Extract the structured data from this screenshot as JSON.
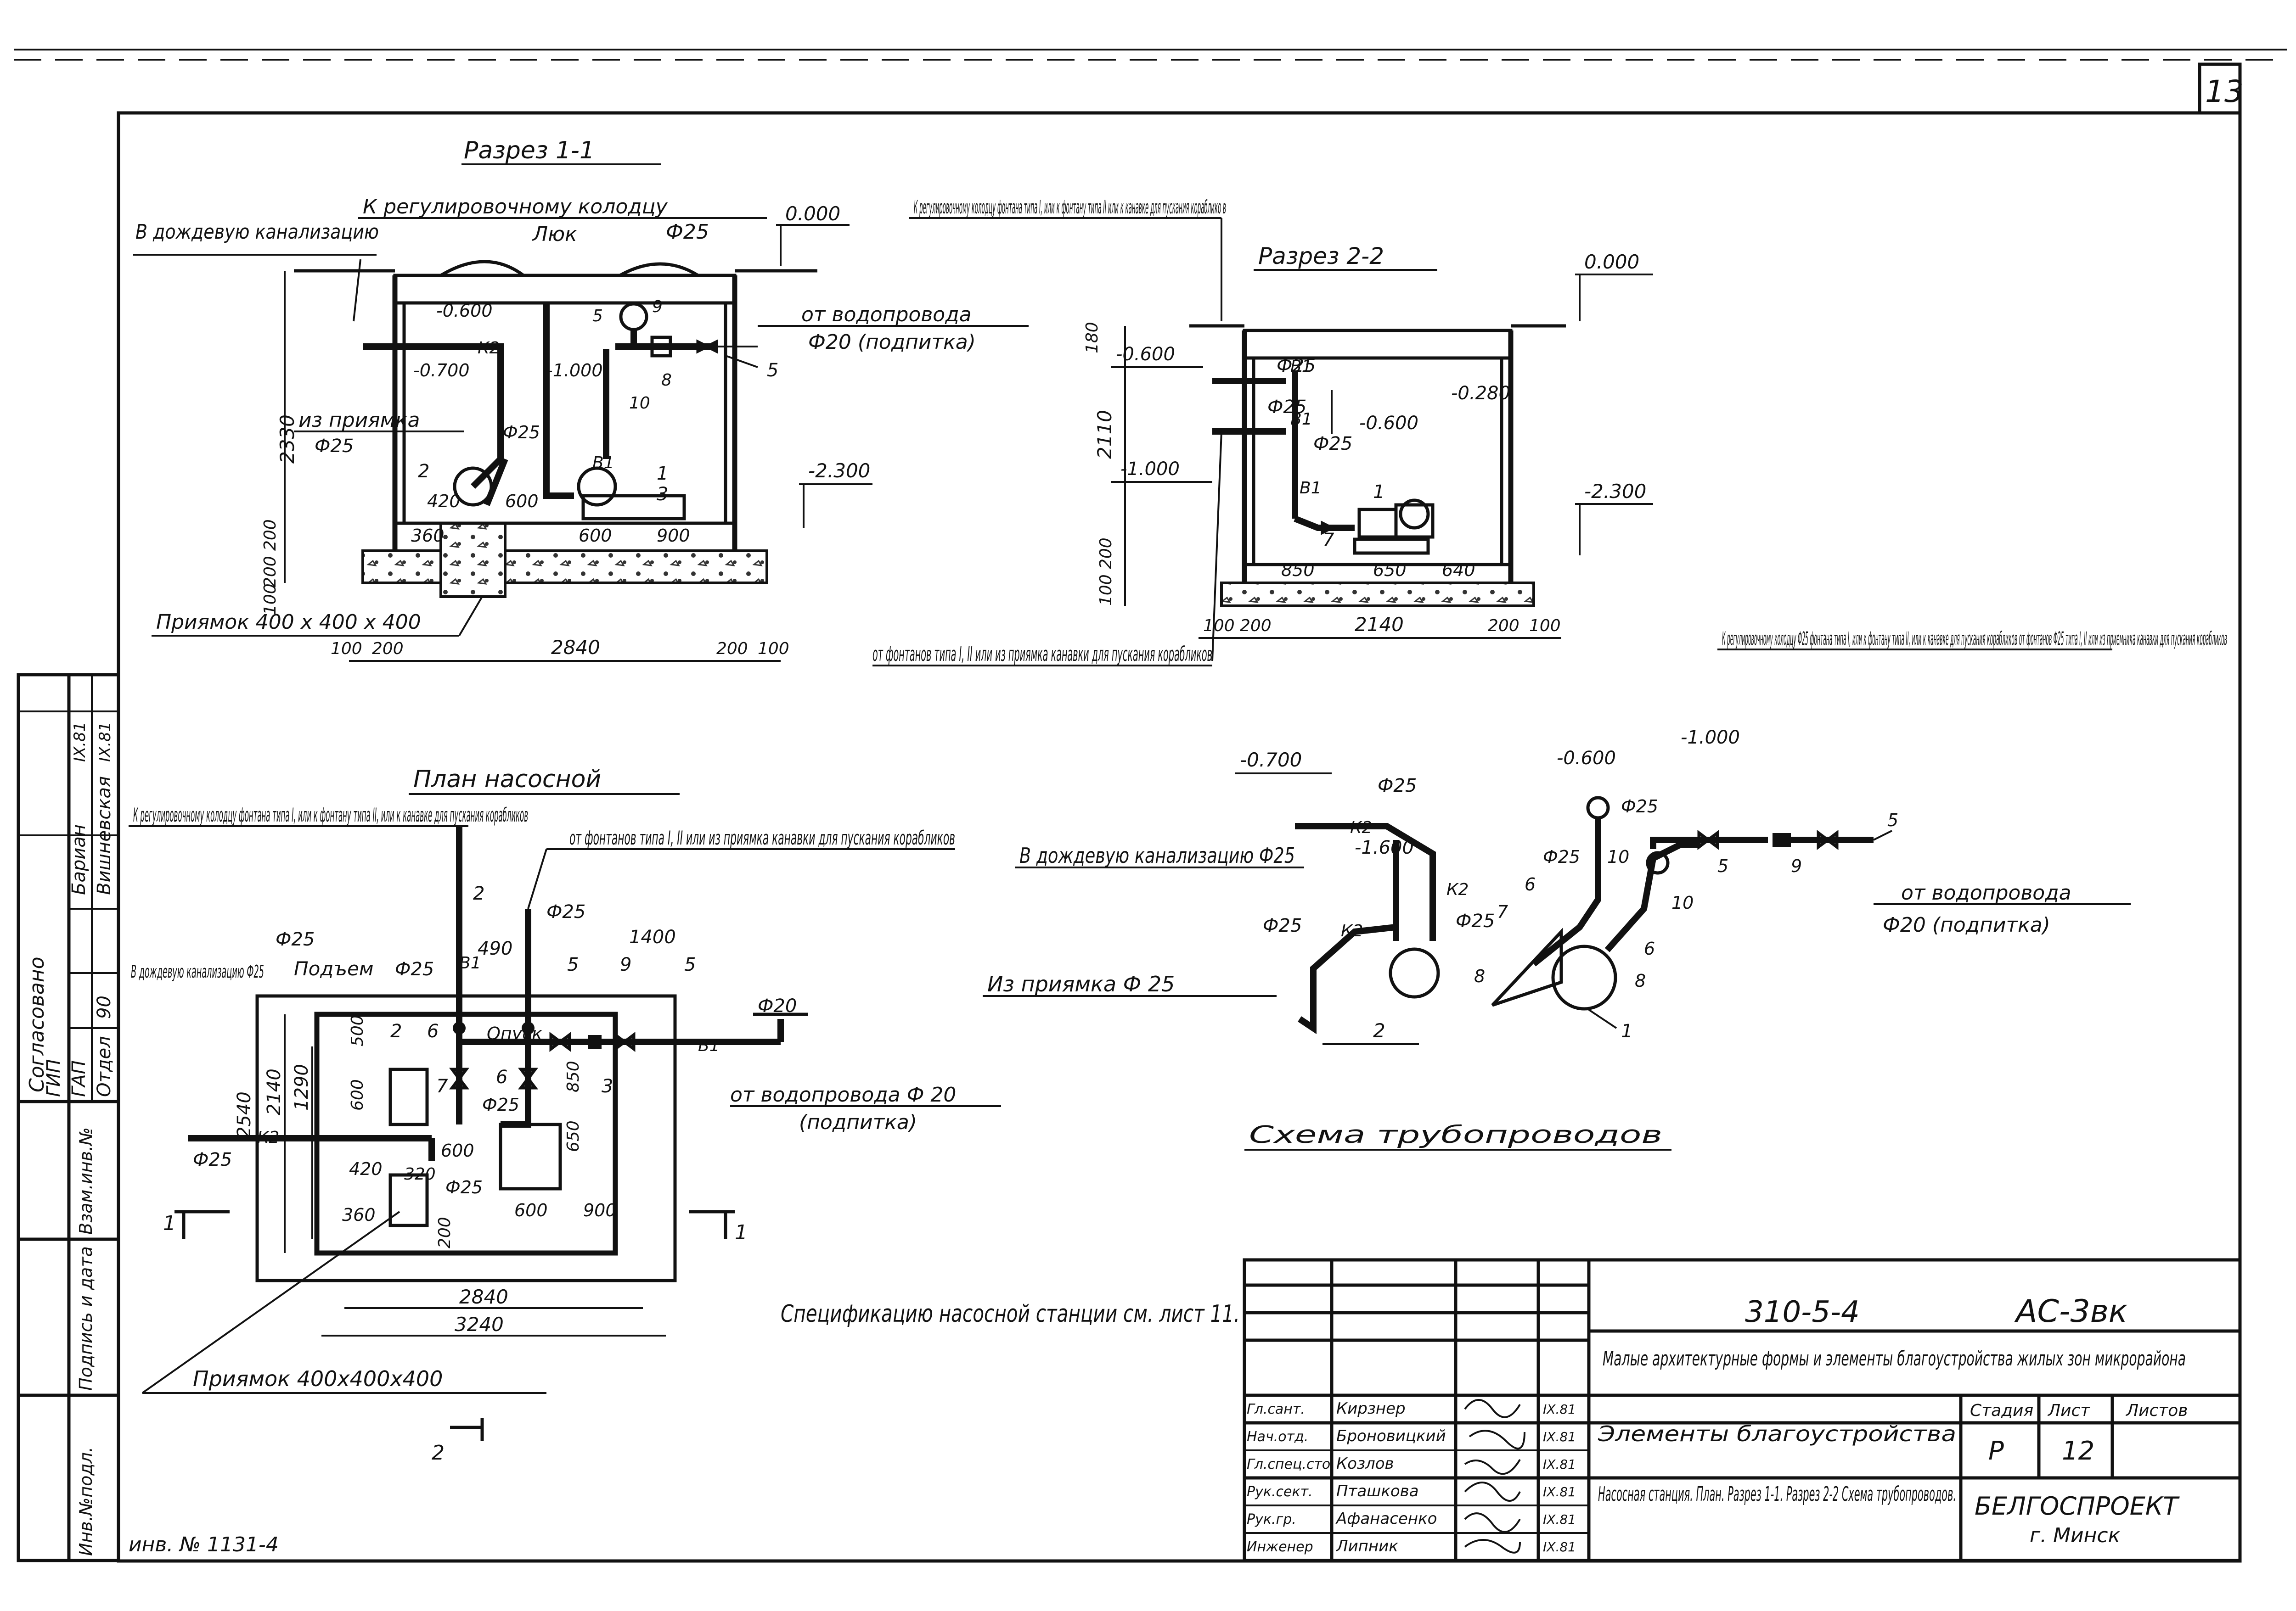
{
  "sheet": {
    "number": "13"
  },
  "section_1_1": {
    "title": "Разрез 1-1",
    "to_rain_sewer": "В дождевую канализацию",
    "to_reg_well": "К регулировочному колодцу",
    "d25_top": "Ф25",
    "hatch": "Люк",
    "level_0": "0.000",
    "level_m0600": "-0.600",
    "level_m0700": "-0.700",
    "level_m1000": "-1.000",
    "level_m2300": "-2.300",
    "from_water": "от водопровода",
    "d20_feed": "Ф20 (подпитка)",
    "from_pit": "из приямка",
    "d25": "Ф25",
    "height_2330": "2330",
    "pit": "Приямок 400 х 400 х 400",
    "dims": {
      "d420": "420",
      "d600": "600",
      "d360": "360",
      "d600b": "600",
      "d900": "900",
      "d200a": "200",
      "d200b": "200",
      "d100": "100",
      "d100l": "100",
      "d200l": "200",
      "d2840": "2840",
      "d200r": "200",
      "d100r": "100"
    },
    "labels": {
      "k2": "К2",
      "b1": "В1",
      "n1": "1",
      "n2": "2",
      "n3": "3",
      "n5": "5",
      "n8": "8",
      "n9": "9",
      "n10": "10",
      "n5b": "5"
    }
  },
  "section_2_2": {
    "title": "Разрез 2-2",
    "to_reg_well": "К регулировочному колодцу фонтана типа I, или к фонтану типа II или к канавке для пускания кораблико в",
    "level_0": "0.000",
    "level_m0600": "-0.600",
    "level_m0600b": "-0.600",
    "level_m1000": "-1.000",
    "level_m0280": "-0.280",
    "level_m2300": "-2.300",
    "d25a": "Ф25",
    "d25b": "Ф25",
    "d25c": "Ф25",
    "from_fountains": "от фонтанов типа I, II или из приямка канавки для пускания корабликов",
    "dims": {
      "d180": "180",
      "d2110": "2110",
      "d200": "200",
      "d100": "100",
      "d850": "850",
      "d650": "650",
      "d640": "640",
      "d100l": "100",
      "d200l": "200",
      "d2140": "2140",
      "d200r": "200",
      "d100r": "100"
    },
    "labels": {
      "b1a": "В1",
      "b1b": "В1",
      "b1c": "В1",
      "n1": "1",
      "n7": "7"
    }
  },
  "plan": {
    "title": "План насосной",
    "to_reg_well": "К регулировочному колодцу фонтана типа I, или к фонтану типа II, или к канавке для пускания корабликов",
    "d25_a": "Ф25",
    "from_fountains": "от фонтанов типа I, II или из приямка канавки для пускания корабликов",
    "d25_b": "Ф25",
    "d1400": "1400",
    "to_rain_sewer": "В дождевую канализацию Ф25",
    "rise": "Подъем",
    "d25_c": "Ф25",
    "d490": "490",
    "descent": "Опуск",
    "d20": "Ф20",
    "from_water": "от водопровода Ф 20",
    "feed": "(подпитка)",
    "d25_left": "Ф25",
    "pit": "Приямок 400х400х400",
    "spec_note": "Спецификацию насосной станции см. лист 11.",
    "dims": {
      "d500": "500",
      "d2540": "2540",
      "d2140": "2140",
      "d1290": "1290",
      "d600": "600",
      "d420": "420",
      "d320": "320",
      "d360": "360",
      "d600b": "600",
      "d600c": "600",
      "d900": "900",
      "d200": "200",
      "d850": "850",
      "d650": "650",
      "d2840": "2840",
      "d3240": "3240"
    },
    "labels": {
      "n1a": "1",
      "n1b": "1",
      "n2": "2",
      "n2b": "2",
      "n3": "3",
      "n5a": "5",
      "n5b": "5",
      "n6a": "6",
      "n6b": "6",
      "n7": "7",
      "n9": "9",
      "k2": "К2",
      "b1": "В1",
      "b1b": "В1",
      "d25_d": "Ф25",
      "d25_e": "Ф25"
    }
  },
  "schema": {
    "title": "Схема трубопроводов",
    "to_reg_well": "К регулировочному колодцу Ф25 фонтана типа I, или к фонтану типа II, или к канавке для пускания корабликов от фонтанов Ф25 типа I, II или из приемника канавки для пускания корабликов",
    "level_m0700": "-0.700",
    "level_m1600": "-1.600",
    "level_m0600": "-0.600",
    "level_m1000": "-1.000",
    "to_rain_sewer": "В дождевую канализацию Ф25",
    "from_pit": "Из приямка Ф 25",
    "from_water": "от водопровода",
    "d20_feed": "Ф20 (подпитка)",
    "d25": {
      "a": "Ф25",
      "b": "Ф25",
      "c": "Ф25",
      "d": "Ф25",
      "e": "Ф25"
    },
    "labels": {
      "k2a": "К2",
      "k2b": "К2",
      "k2c": "К2",
      "n1": "1",
      "n2": "2",
      "n5a": "5",
      "n5b": "5",
      "n6a": "6",
      "n6b": "6",
      "n7": "7",
      "n8a": "8",
      "n8b": "8",
      "n9": "9",
      "n10a": "10",
      "n10b": "10"
    }
  },
  "left_stamp": {
    "agreed": "Согласовано",
    "name1": "Бариан",
    "name2": "Вишневская",
    "date1": "IX.81",
    "date2": "IX.81",
    "gip": "ГИП",
    "gap": "ГАП",
    "dept": "Отдел",
    "dept_no": "90",
    "inv_swap": "Взам.инв.№",
    "sign_date": "Подпись и дата",
    "inv_orig": "Инв.№подл."
  },
  "inv_number": "инв. № 1131-4",
  "title_block": {
    "code": "310-5-4",
    "sheet_code": "АС-3вк",
    "project": "Малые архитектурные формы и элементы благоустройства жилых зон микрорайона",
    "section_name": "Элементы благоустройства",
    "stage_h": "Стадия",
    "sheet_h": "Лист",
    "sheets_h": "Листов",
    "stage": "Р",
    "sheet": "12",
    "sheets": "",
    "drawing_title": "Насосная станция. План. Разрез 1-1. Разрез 2-2 Схема трубопроводов.",
    "org": "БЕЛГОСПРОЕКТ",
    "city": "г. Минск",
    "roles": [
      "Гл.сант.",
      "Нач.отд.",
      "Гл.спец.сто",
      "Рук.сект.",
      "Рук.гр.",
      "Инженер"
    ],
    "names": [
      "Кирзнер",
      "Броновицкий",
      "Козлов",
      "Пташкова",
      "Афанасенко",
      "Липник"
    ],
    "dates": [
      "IX.81",
      "IX.81",
      "IX.81",
      "IX.81",
      "IX.81",
      "IX.81"
    ]
  }
}
